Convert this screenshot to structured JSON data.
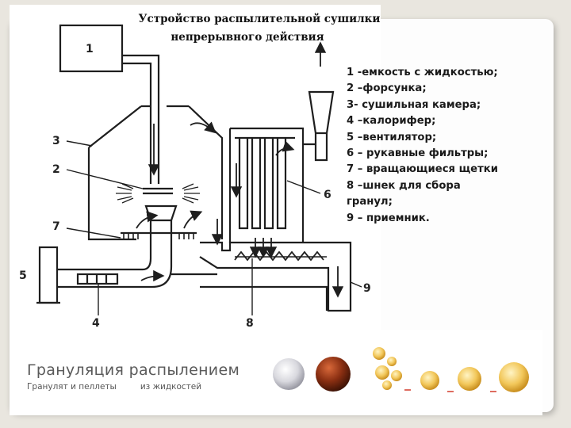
{
  "title": {
    "line1": "Устройство распылительной сушилки",
    "line2": "непрерывного действия"
  },
  "diagram": {
    "labels": [
      "1",
      "2",
      "3",
      "4",
      "5",
      "6",
      "7",
      "8",
      "9"
    ]
  },
  "legend": [
    "1 -емкость с жидкостью;",
    "2 –форсунка;",
    "3- сушильная камера;",
    "4 –калорифер;",
    "5 –вентилятор;",
    "6 – рукавные фильтры;",
    "7 – вращающиеся щетки",
    "8 –шнек для сбора",
    "гранул;",
    "9 – приемник."
  ],
  "granulation": {
    "title": "Грануляция распылением",
    "subtitle_left": "Гранулят и пеллеты",
    "subtitle_right": "из жидкостей"
  },
  "colors": {
    "line": "#1e1e1e",
    "background": "#e9e6df",
    "card": "#fdfdfd",
    "granule_white": "#dcdce2",
    "granule_brown": "#8a2f12",
    "droplet_yellow": "#f2c75a"
  }
}
